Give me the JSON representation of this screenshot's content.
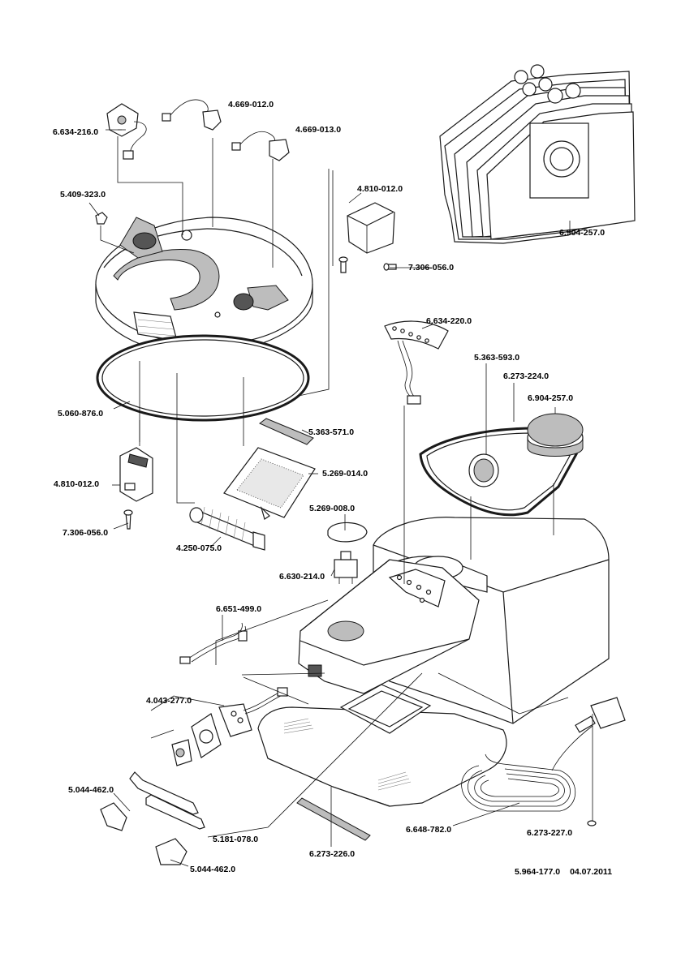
{
  "labels": {
    "l01": "6.634-216.0",
    "l02": "4.669-012.0",
    "l03": "4.669-013.0",
    "l04": "5.409-323.0",
    "l05": "4.810-012.0",
    "l06": "7.306-056.0",
    "l07": "6.904-257.0",
    "l08": "6.634-220.0",
    "l09": "5.363-593.0",
    "l10": "6.273-224.0",
    "l11": "6.904-257.0",
    "l12": "5.060-876.0",
    "l13": "5.363-571.0",
    "l14": "5.269-014.0",
    "l15": "4.810-012.0",
    "l16": "7.306-056.0",
    "l17": "4.250-075.0",
    "l18": "5.269-008.0",
    "l19": "6.630-214.0",
    "l20": "6.651-499.0",
    "l21": "4.043-277.0",
    "l22": "5.044-462.0",
    "l23": "5.181-078.0",
    "l24": "5.044-462.0",
    "l25": "6.273-226.0",
    "l26": "6.648-782.0",
    "l27": "6.273-227.0"
  },
  "footer": {
    "doc_number": "5.964-177.0",
    "date": "04.07.2011"
  }
}
